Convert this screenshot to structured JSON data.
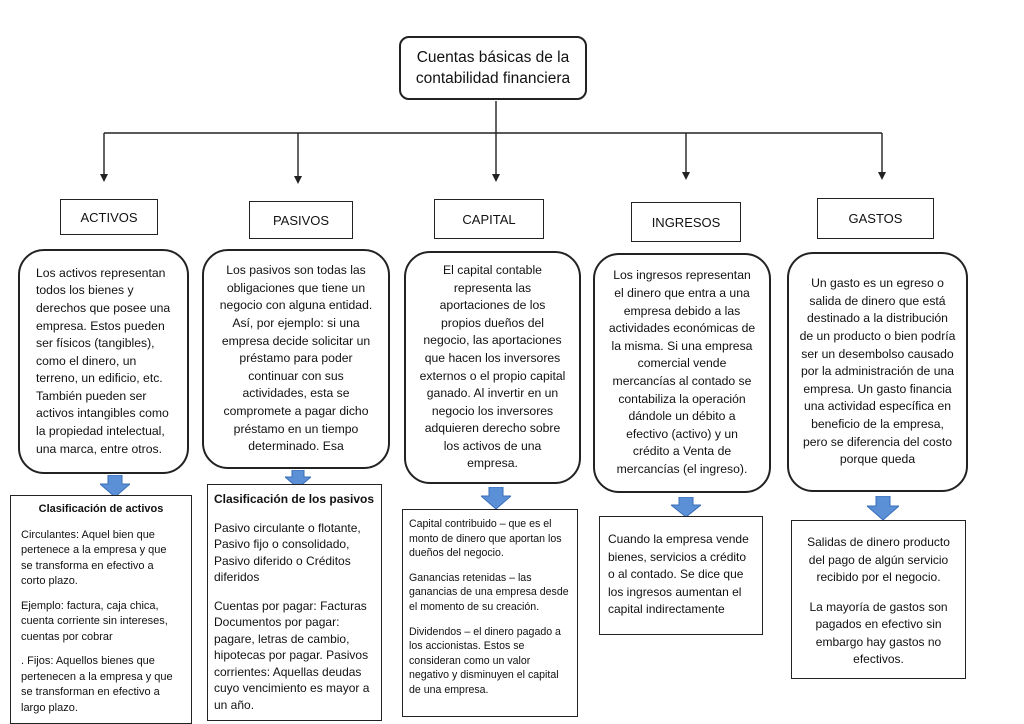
{
  "root": {
    "line1": "Cuentas básicas de la",
    "line2": "contabilidad financiera"
  },
  "categories": [
    {
      "label": "ACTIVOS",
      "description": "Los activos representan todos los bienes y derechos que posee una empresa. Estos pueden ser físicos (tangibles), como el dinero, un terreno, un edificio, etc. También pueden ser activos intangibles como la propiedad intelectual, una marca, entre otros.",
      "detail": {
        "heading": "Clasificación de activos",
        "paragraphs": [
          "Circulantes: Aquel bien que pertenece a la empresa y que se transforma en efectivo a corto plazo.",
          "Ejemplo: factura, caja chica, cuenta corriente sin intereses, cuentas por cobrar",
          ". Fijos: Aquellos bienes que pertenecen a la empresa y que se transforman en efectivo a largo plazo."
        ]
      }
    },
    {
      "label": "PASIVOS",
      "description": "Los pasivos son todas las obligaciones que tiene un negocio con alguna entidad. Así, por ejemplo: si una empresa decide solicitar un préstamo para poder continuar con sus actividades, esta se compromete a pagar dicho préstamo en un tiempo determinado. Esa",
      "detail": {
        "heading": "Clasificación de los pasivos",
        "paragraphs": [
          "Pasivo circulante o flotante, Pasivo fijo o consolidado, Pasivo diferido o Créditos diferidos",
          "Cuentas por pagar: Facturas Documentos por pagar: pagare, letras de cambio, hipotecas por pagar. Pasivos corrientes: Aquellas deudas cuyo vencimiento es mayor a un año."
        ]
      }
    },
    {
      "label": "CAPITAL",
      "description": "El capital contable representa las aportaciones de los propios dueños del negocio, las aportaciones que hacen los inversores externos o el propio capital ganado. Al invertir en un negocio los inversores adquieren derecho sobre los activos de una empresa.",
      "detail": {
        "heading": "",
        "paragraphs": [
          "Capital contribuido – que es el monto de dinero que aportan los dueños del negocio.",
          "Ganancias retenidas – las ganancias de una empresa desde el momento de su creación.",
          "Dividendos – el dinero pagado a los accionistas. Estos se consideran como un valor negativo y disminuyen el capital de una empresa."
        ]
      }
    },
    {
      "label": "INGRESOS",
      "description": "Los ingresos representan el dinero que entra a una empresa debido a las actividades económicas de la misma. Si una empresa comercial vende mercancías al contado se contabiliza la operación dándole un débito a efectivo (activo) y un crédito a Venta de mercancías (el ingreso).",
      "detail": {
        "heading": "",
        "paragraphs": [
          "Cuando la empresa vende bienes, servicios a crédito o al contado. Se dice que los ingresos aumentan el capital indirectamente"
        ]
      }
    },
    {
      "label": "GASTOS",
      "description": "Un gasto es un egreso o salida de dinero que está destinado a la distribución de un producto o bien podría ser un desembolso causado por la administración de una empresa. Un gasto financia una actividad específica en beneficio de la empresa, pero se diferencia del costo porque queda",
      "detail": {
        "heading": "",
        "paragraphs": [
          "Salidas de dinero producto del pago de algún servicio recibido por el negocio.",
          "La mayoría de gastos son pagados en efectivo sin embargo hay gastos no efectivos."
        ]
      }
    }
  ],
  "colors": {
    "arrow_fill": "#5b8fd6",
    "arrow_stroke": "#3a6fb8",
    "line": "#222222"
  }
}
